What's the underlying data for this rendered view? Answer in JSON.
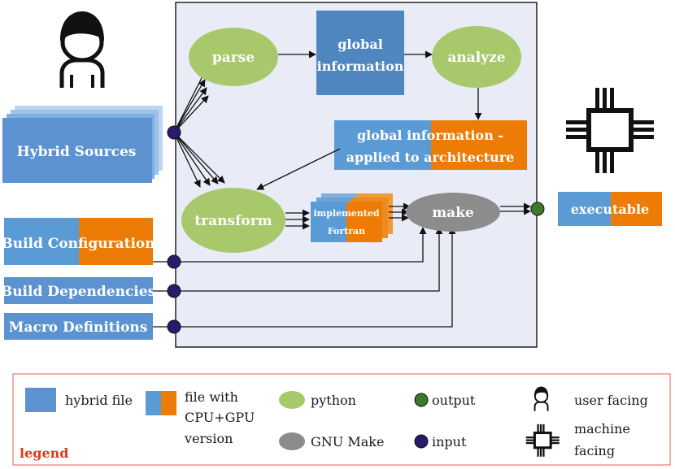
{
  "nodes": {
    "parse": "parse",
    "analyze": "analyze",
    "global_information_line1": "global",
    "global_information_line2": "information",
    "gi_applied_line1": "global information -",
    "gi_applied_line2": "applied to architecture",
    "transform": "transform",
    "implemented_line1": "implemented",
    "implemented_line2": "Fortran",
    "make": "make",
    "executable": "executable",
    "hybrid_sources": "Hybrid Sources",
    "build_configuration": "Build Configuration",
    "build_dependencies": "Build Dependencies",
    "macro_definitions": "Macro Definitions"
  },
  "legend": {
    "title": "legend",
    "hybrid_file": "hybrid file",
    "cpu_gpu_line1": "file with",
    "cpu_gpu_line2": "CPU+GPU",
    "cpu_gpu_line3": "version",
    "python": "python",
    "gnu_make": "GNU Make",
    "output": "output",
    "input": "input",
    "user_facing": "user facing",
    "machine_facing_line1": "machine",
    "machine_facing_line2": "facing"
  },
  "colors": {
    "blue": "#5b9bd5",
    "steel": "#4f86c0",
    "orange": "#ec7c05",
    "green": "#a7c86b",
    "gray": "#8c8c8c",
    "panel": "#e9ecf7",
    "input_dot": "#2a1a6e",
    "output_dot": "#3f7a2a",
    "legend_border": "#e87a6a"
  }
}
